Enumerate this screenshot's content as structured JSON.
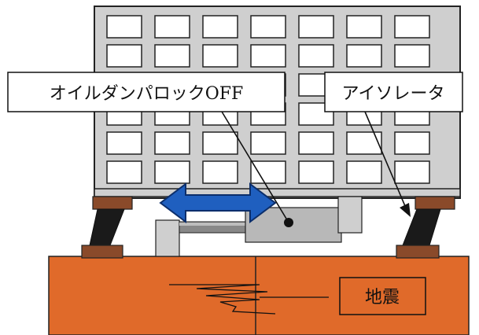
{
  "diagram": {
    "callout_oil_damper_lock": "オイルダンパロックOFF",
    "callout_isolator": "アイソレータ",
    "earthquake_label": "地震",
    "colors": {
      "building_facade": "#cfcfcf",
      "building_stroke": "#222222",
      "window_fill": "#ffffff",
      "ground": "#e06a2a",
      "isolator_body": "#1a1a1a",
      "isolator_plate": "#8a4a2a",
      "damper_housing": "#b8b8b8",
      "damper_rod": "#777777",
      "arrow_fill": "#1f5fbf",
      "arrow_stroke": "#0b2e6b"
    }
  }
}
